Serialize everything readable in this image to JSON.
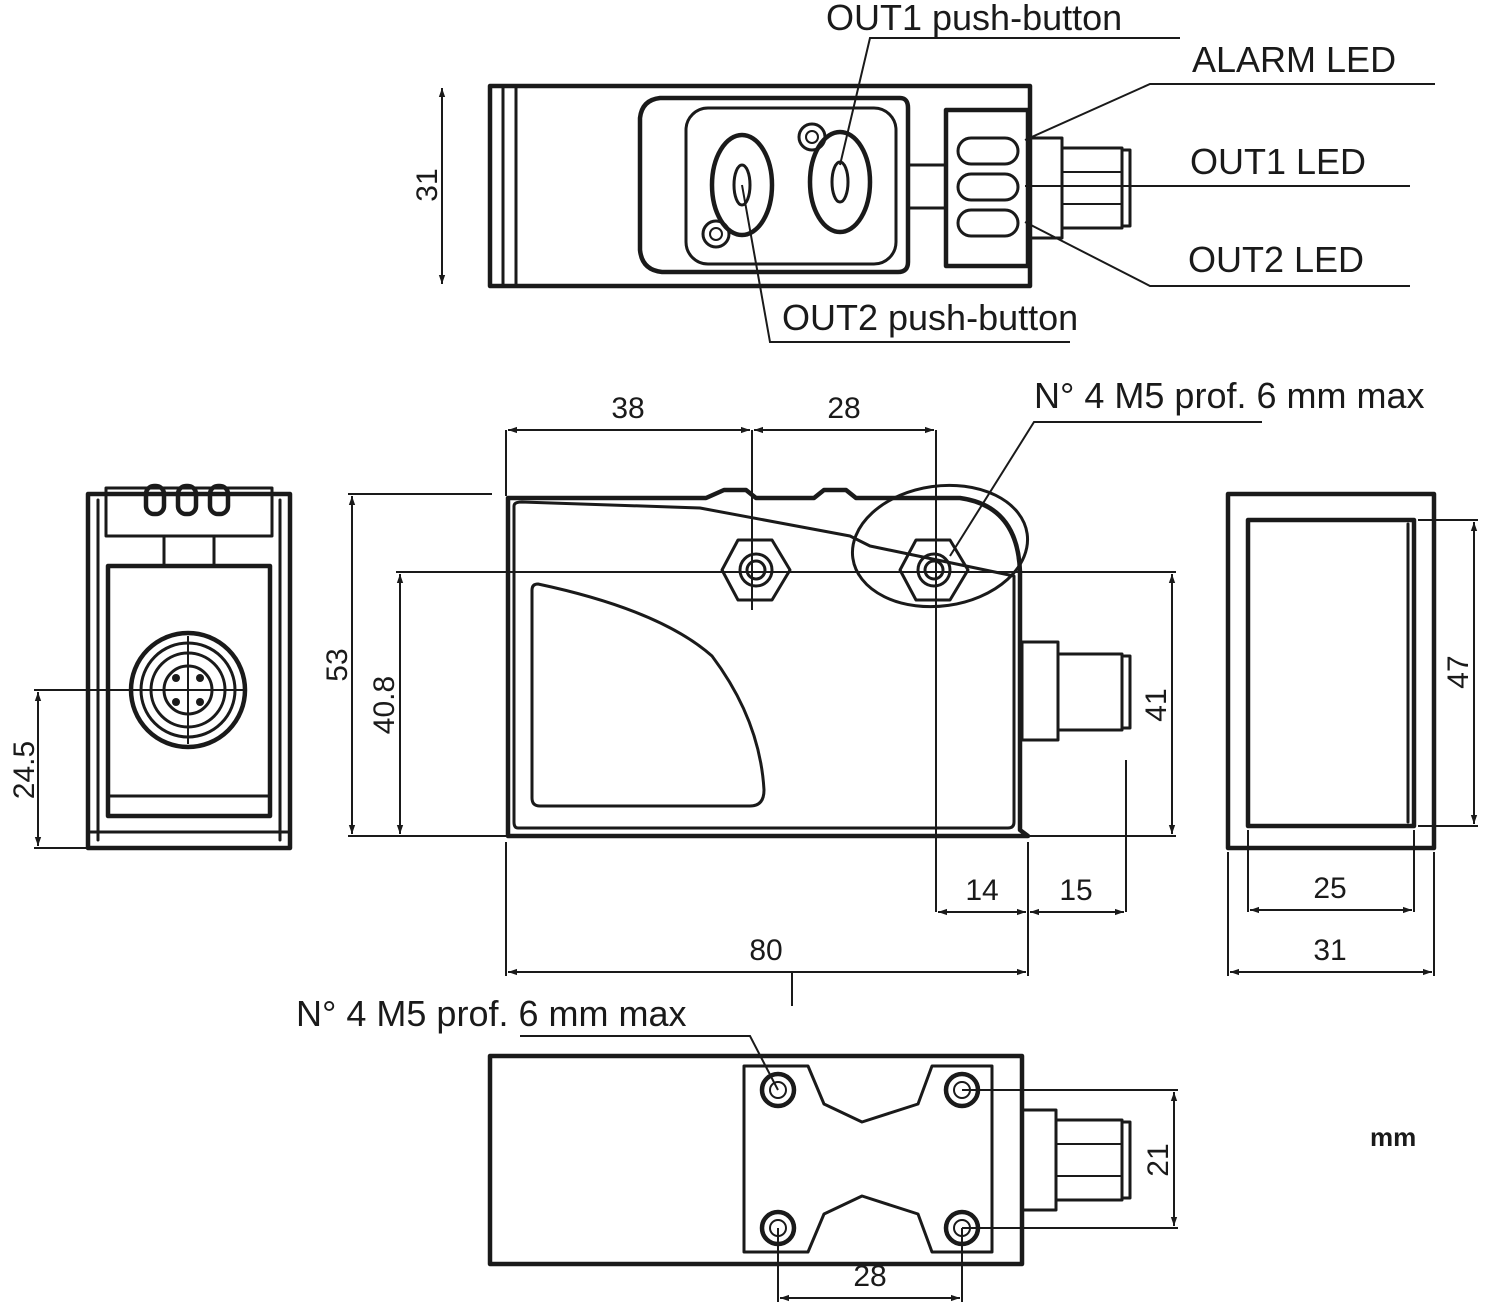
{
  "labels": {
    "out1_button": "OUT1 push-button",
    "alarm_led": "ALARM LED",
    "out1_led": "OUT1 LED",
    "out2_led": "OUT2 LED",
    "out2_button": "OUT2  push-button",
    "thread_note_side": "N° 4 M5 prof. 6 mm max",
    "thread_note_bottom": "N° 4 M5 prof. 6 mm max",
    "unit": "mm"
  },
  "dimensions": {
    "top_height": "31",
    "hole_offset": "38",
    "hole_spacing_top": "28",
    "body_height": "53",
    "hole_height": "40.8",
    "side_height": "41",
    "front_conn_height": "24.5",
    "conn_offset": "14",
    "conn_length": "15",
    "total_length": "80",
    "rear_inner_height": "47",
    "rear_inner_width": "25",
    "rear_width": "31",
    "bottom_conn_width": "21",
    "hole_spacing_bottom": "28"
  },
  "colors": {
    "line": "#1a1a1a",
    "background": "#ffffff"
  }
}
